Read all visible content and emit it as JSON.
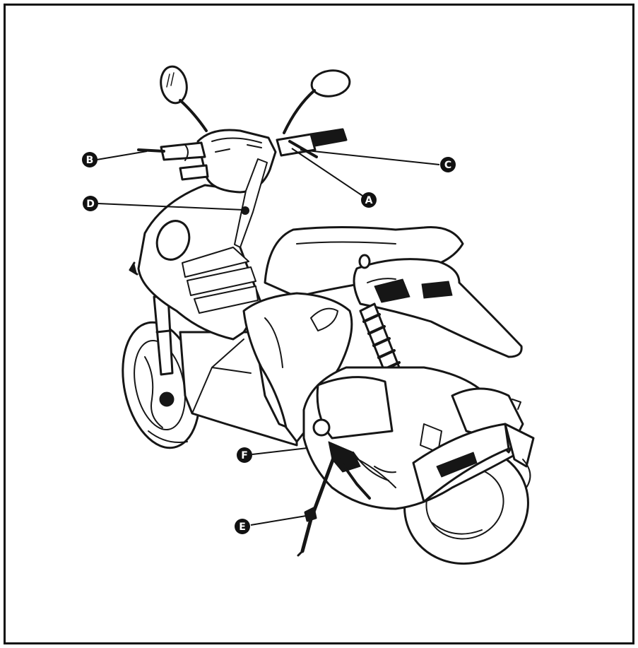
{
  "colors": {
    "border": "#111111",
    "ink": "#161616",
    "marker_fill": "#111111",
    "marker_text": "#ffffff",
    "background": "#ffffff"
  },
  "callouts": {
    "a": "A",
    "b": "B",
    "c": "C",
    "d": "D",
    "e": "E",
    "f": "F"
  },
  "illustration": {
    "subject": "scooter-line-drawing"
  }
}
